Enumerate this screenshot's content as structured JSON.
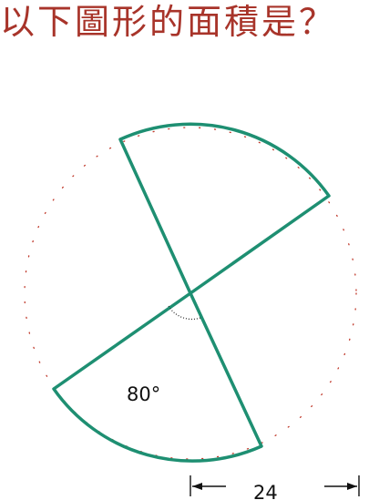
{
  "question": "以下圖形的面積是？",
  "figure": {
    "angle_label": "80°",
    "radius_label": "24"
  },
  "colors": {
    "question_text": "#a8342a",
    "sector_outline": "#1e8f72",
    "dotted_circle": "#c0392b"
  }
}
